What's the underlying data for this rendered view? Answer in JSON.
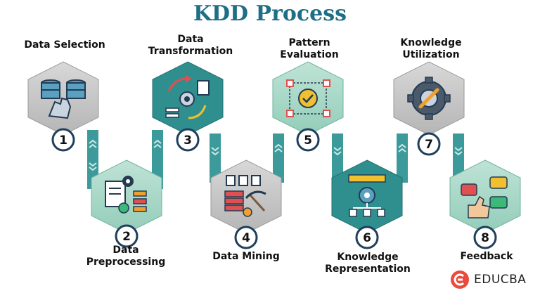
{
  "title": "KDD Process",
  "steps": [
    {
      "number": "1",
      "label": "Data Selection",
      "icon": "database-hand-icon"
    },
    {
      "number": "2",
      "label": "Data Preprocessing",
      "icon": "document-gear-check-icon"
    },
    {
      "number": "3",
      "label": "Data Transformation",
      "icon": "transform-cycle-icon"
    },
    {
      "number": "4",
      "label": "Data Mining",
      "icon": "server-pickaxe-icon"
    },
    {
      "number": "5",
      "label": "Pattern Evaluation",
      "icon": "pattern-check-icon"
    },
    {
      "number": "6",
      "label": "Knowledge Representation",
      "icon": "gear-network-icon"
    },
    {
      "number": "7",
      "label": "Knowledge Utilization",
      "icon": "gear-wrench-icon"
    },
    {
      "number": "8",
      "label": "Feedback",
      "icon": "thumbs-up-chat-icon"
    }
  ],
  "brand": {
    "name": "EDUCBA",
    "icon": "educba-logo"
  },
  "colors": {
    "title": "#1e6e86",
    "top_hex": "#c7c7c7",
    "bottom_hex": "#a9d8c9",
    "connector": "#3d9a9a",
    "icon_dark": "#243a52",
    "badge_border": "#1f3f5c"
  }
}
